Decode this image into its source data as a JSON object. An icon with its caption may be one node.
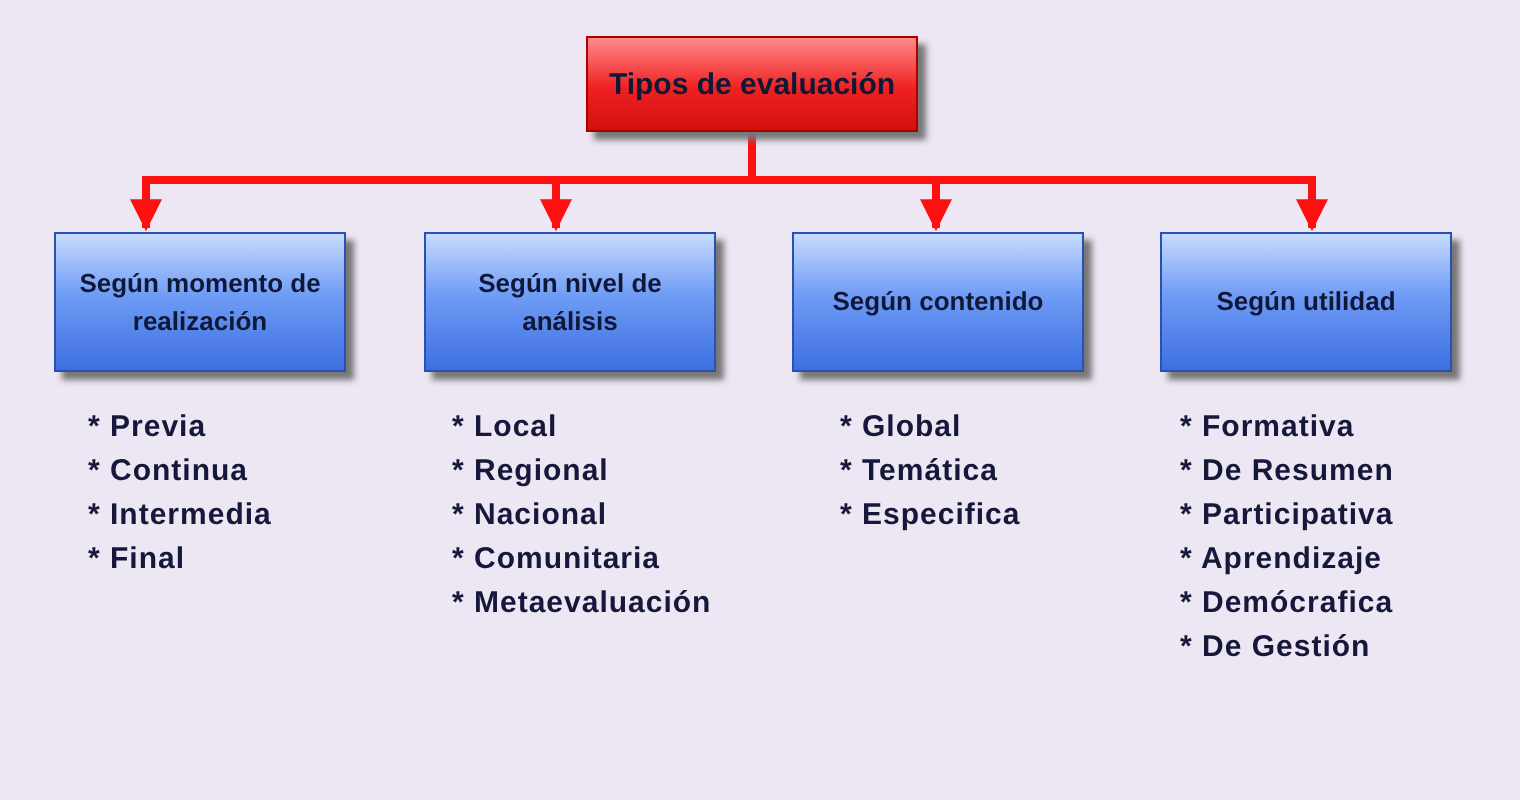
{
  "diagram": {
    "nodes": [
      {
        "text": [
          "Tipos de evaluación"
        ]
      },
      {
        "text": [
          "Según momento de realización"
        ],
        "beside": [
          "* Previa",
          "* Continua",
          "* Intermedia",
          "* Final"
        ]
      },
      {
        "text": [
          "Según nivel de análisis"
        ],
        "beside": [
          "* Local",
          "* Regional",
          "* Nacional",
          "* Comunitaria",
          "* Metaevaluación"
        ]
      },
      {
        "text": [
          "Según contenido"
        ],
        "beside": [
          "* Global",
          "* Temática",
          "* Especifica"
        ]
      },
      {
        "text": [
          "Según utilidad"
        ],
        "beside": [
          "* Formativa",
          "* De Resumen",
          "* Participativa",
          "* Aprendizaje",
          "* Demócrafica",
          "* De Gestión"
        ]
      }
    ],
    "edges": [
      {
        "from": 0,
        "to": 1,
        "arrow": "to"
      },
      {
        "from": 0,
        "to": 2,
        "arrow": "to"
      },
      {
        "from": 0,
        "to": 3,
        "arrow": "to"
      },
      {
        "from": 0,
        "to": 4,
        "arrow": "to"
      }
    ]
  }
}
